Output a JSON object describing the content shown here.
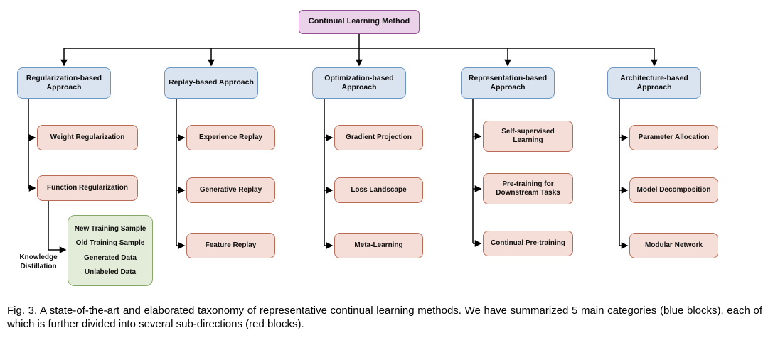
{
  "figure": {
    "root_label": "Continual Learning Method",
    "columns": [
      {
        "header": "Regularization-based Approach",
        "items": [
          "Weight Regularization",
          "Function Regularization"
        ]
      },
      {
        "header": "Replay-based Approach",
        "items": [
          "Experience Replay",
          "Generative Replay",
          "Feature Replay"
        ]
      },
      {
        "header": "Optimization-based Approach",
        "items": [
          "Gradient Projection",
          "Loss Landscape",
          "Meta-Learning"
        ]
      },
      {
        "header": "Representation-based Approach",
        "items": [
          "Self-supervised Learning",
          "Pre-training for Downstream Tasks",
          "Continual Pre-training"
        ]
      },
      {
        "header": "Architecture-based Approach",
        "items": [
          "Parameter Allocation",
          "Model Decomposition",
          "Modular Network"
        ]
      }
    ],
    "distillation": {
      "label": "Knowledge Distillation",
      "data_sources": [
        "New Training Sample",
        "Old Training Sample",
        "Generated Data",
        "Unlabeled Data"
      ]
    },
    "colors": {
      "root_fill": "#ead2e8",
      "root_border": "#935193",
      "category_fill": "#dae4f0",
      "category_border": "#6d96c4",
      "item_fill": "#f5ded8",
      "item_border": "#b96c55",
      "data_fill": "#e3ebd9",
      "data_border": "#86a86a",
      "line_color": "#000000"
    }
  },
  "caption": "Fig. 3. A state-of-the-art and elaborated taxonomy of representative continual learning methods. We have summarized 5 main categories (blue blocks), each of which is further divided into several sub-directions (red blocks)."
}
